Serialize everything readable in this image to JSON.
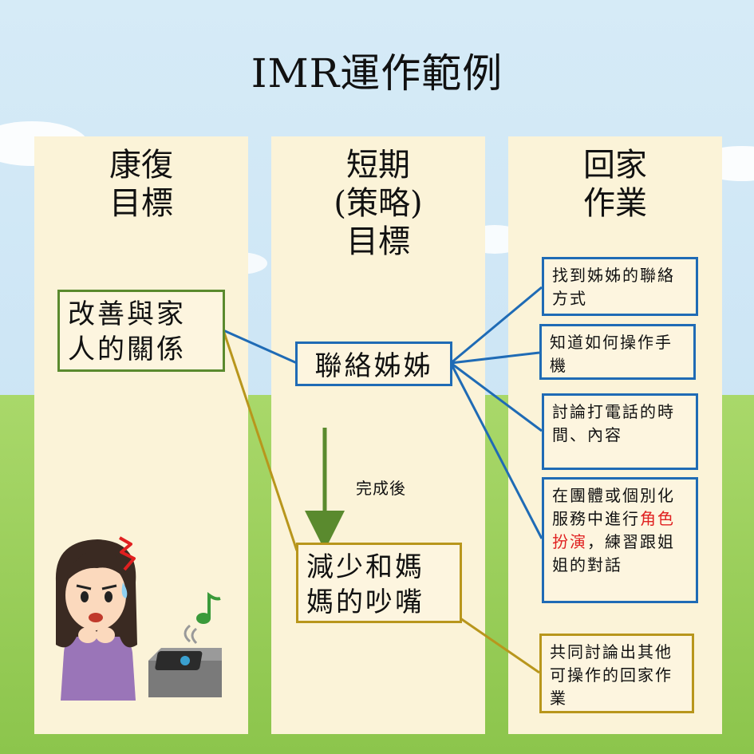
{
  "title": "IMR運作範例",
  "columns": [
    {
      "line1": "康復",
      "line2": "目標",
      "line3": ""
    },
    {
      "line1": "短期",
      "line2": "(策略)",
      "line3": "目標"
    },
    {
      "line1": "回家",
      "line2": "作業",
      "line3": ""
    }
  ],
  "nodes": {
    "goal": {
      "line1": "改善與家",
      "line2": "人的關係"
    },
    "contact_sister": "聯絡姊姊",
    "reduce_quarrel": {
      "line1": "減少和媽",
      "line2": "媽的吵嘴"
    },
    "after_done": "完成後",
    "hw_contact": {
      "line1": "找到姊姊的聯絡",
      "line2": "方式"
    },
    "hw_phone": {
      "line1": "知道如何操作手",
      "line2": "機"
    },
    "hw_discuss": {
      "line1": "討論打電話的時",
      "line2": "間、內容"
    },
    "hw_roleplay": {
      "line1": "在團體或個別化",
      "line2": "服務中進行",
      "highlight1": "角色",
      "highlight2": "扮演",
      "line3": "，練習跟姐",
      "line4": "姐的對話"
    },
    "hw_other": {
      "line1": "共同討論出其他",
      "line2": "可操作的回家作",
      "line3": "業"
    }
  },
  "colors": {
    "sky": "#cfe6f5",
    "grass": "#9bd05a",
    "column": "#fbf3d8",
    "green_border": "#5a8a2e",
    "blue_border": "#1f6bb5",
    "gold_border": "#b8961c",
    "highlight_text": "#e02020"
  },
  "illustration": {
    "woman": "worried-woman-illustration",
    "phone": "ringing-phone-illustration",
    "music": "music-note-icon"
  }
}
